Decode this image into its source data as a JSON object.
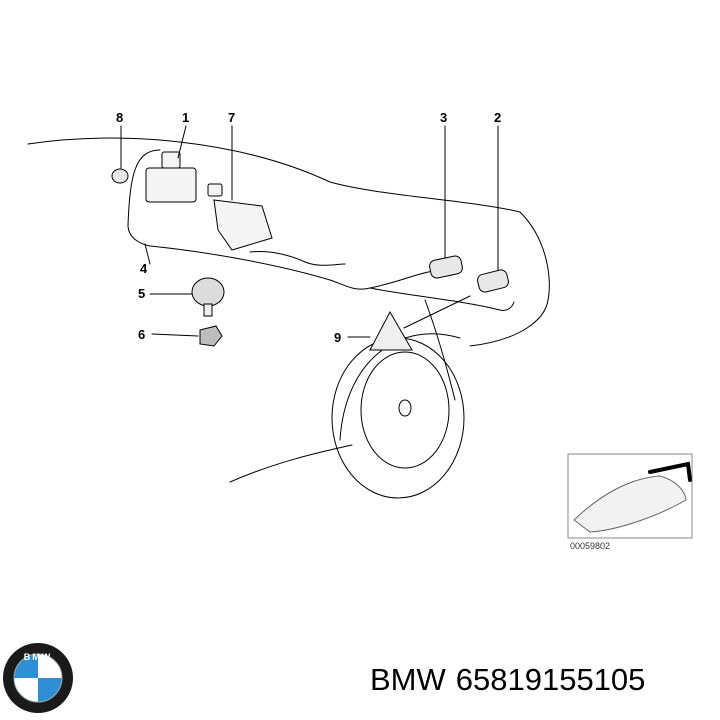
{
  "callouts": {
    "n1": "1",
    "n2": "2",
    "n3": "3",
    "n4": "4",
    "n5": "5",
    "n6": "6",
    "n7": "7",
    "n8": "8",
    "n9": "9"
  },
  "inset": {
    "reference": "00059802"
  },
  "logo": {
    "text": "BMW",
    "icon": "bmw-roundel-logo",
    "colors": {
      "blue": "#2f8fd6",
      "ring": "#1a1a1a"
    }
  },
  "caption": {
    "brand": "BMW",
    "part_number": "65819155105"
  }
}
